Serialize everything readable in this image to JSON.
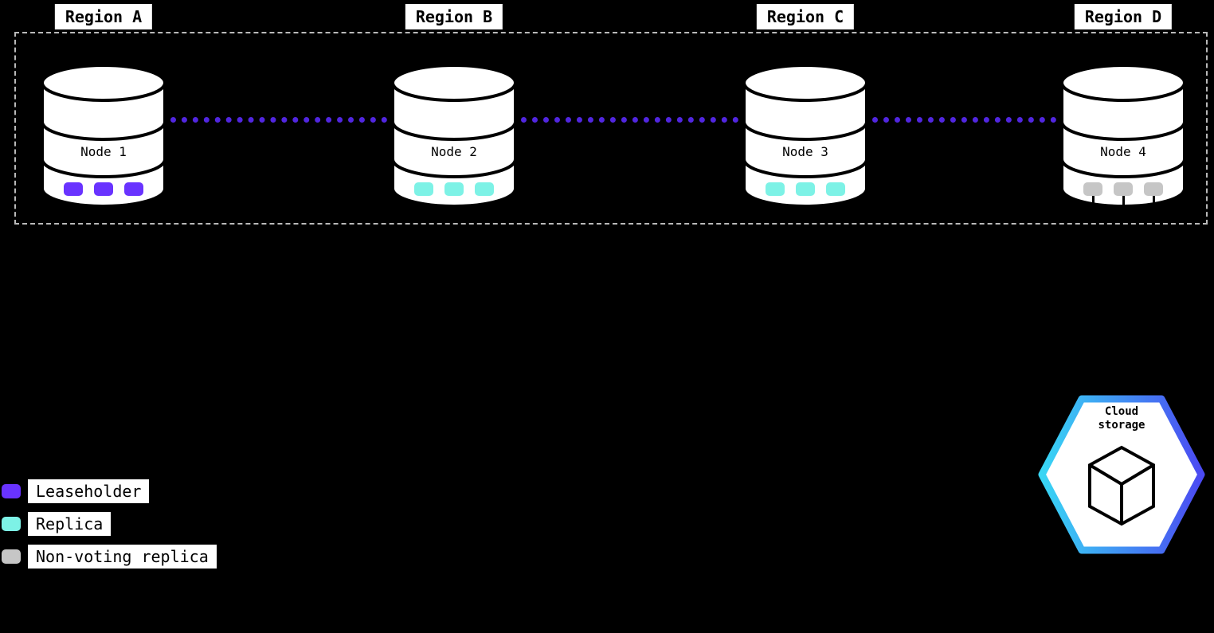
{
  "colors": {
    "background": "#000000",
    "leaseholder": "#6933ff",
    "replica": "#7df2e6",
    "non_voting_replica": "#c6c6c6",
    "connection_line": "#5126e0",
    "boundary_dash": "#b9b9b9",
    "hex_gradient_start": "#38d6f4",
    "hex_gradient_end": "#4b4af2"
  },
  "regions": [
    {
      "label": "Region A"
    },
    {
      "label": "Region B"
    },
    {
      "label": "Region C"
    },
    {
      "label": "Region D"
    }
  ],
  "nodes": [
    {
      "label": "Node 1",
      "replica_type": "leaseholder"
    },
    {
      "label": "Node 2",
      "replica_type": "replica"
    },
    {
      "label": "Node 3",
      "replica_type": "replica"
    },
    {
      "label": "Node 4",
      "replica_type": "non-voting-replica"
    }
  ],
  "legend": [
    {
      "label": "Leaseholder",
      "kind": "leaseholder"
    },
    {
      "label": "Replica",
      "kind": "replica"
    },
    {
      "label": "Non-voting replica",
      "kind": "non-voting-replica"
    }
  ],
  "cloud_storage": {
    "line1": "Cloud",
    "line2": "storage"
  }
}
